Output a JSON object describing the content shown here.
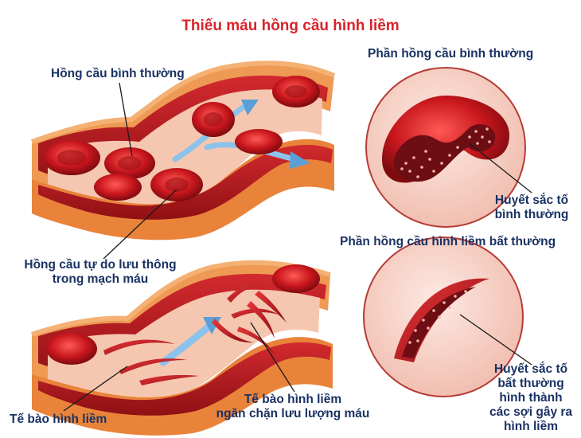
{
  "title": "Thiếu máu hồng cầu hình liềm",
  "colors": {
    "title": "#d8232a",
    "label": "#1a3263",
    "vessel_outer": "#e8863a",
    "vessel_wall": "#b1171c",
    "vessel_inner": "#f3c9a7",
    "blood_cell": "#c8161d",
    "flow_arrow": "#7fb8e6"
  },
  "labels": {
    "normal_cell": "Hồng cầu bình thường",
    "free_flow": [
      "Hồng cầu tự do lưu thông",
      "trong mạch máu"
    ],
    "sickle_cell": "Tế bào hình liềm",
    "sickle_block": [
      "Tế bào hình liềm",
      "ngăn chặn lưu lượng máu"
    ],
    "normal_section_title": "Phần hồng cầu bình thường",
    "normal_hemoglobin": [
      "Huyết sắc tố",
      "bình thường"
    ],
    "sickle_section_title": "Phần hồng cầu hình liềm bất thường",
    "abnormal_hemoglobin": [
      "Huyết sắc tố",
      "bất thường",
      "hình thành",
      "các sợi gây ra",
      "hình liềm"
    ]
  }
}
